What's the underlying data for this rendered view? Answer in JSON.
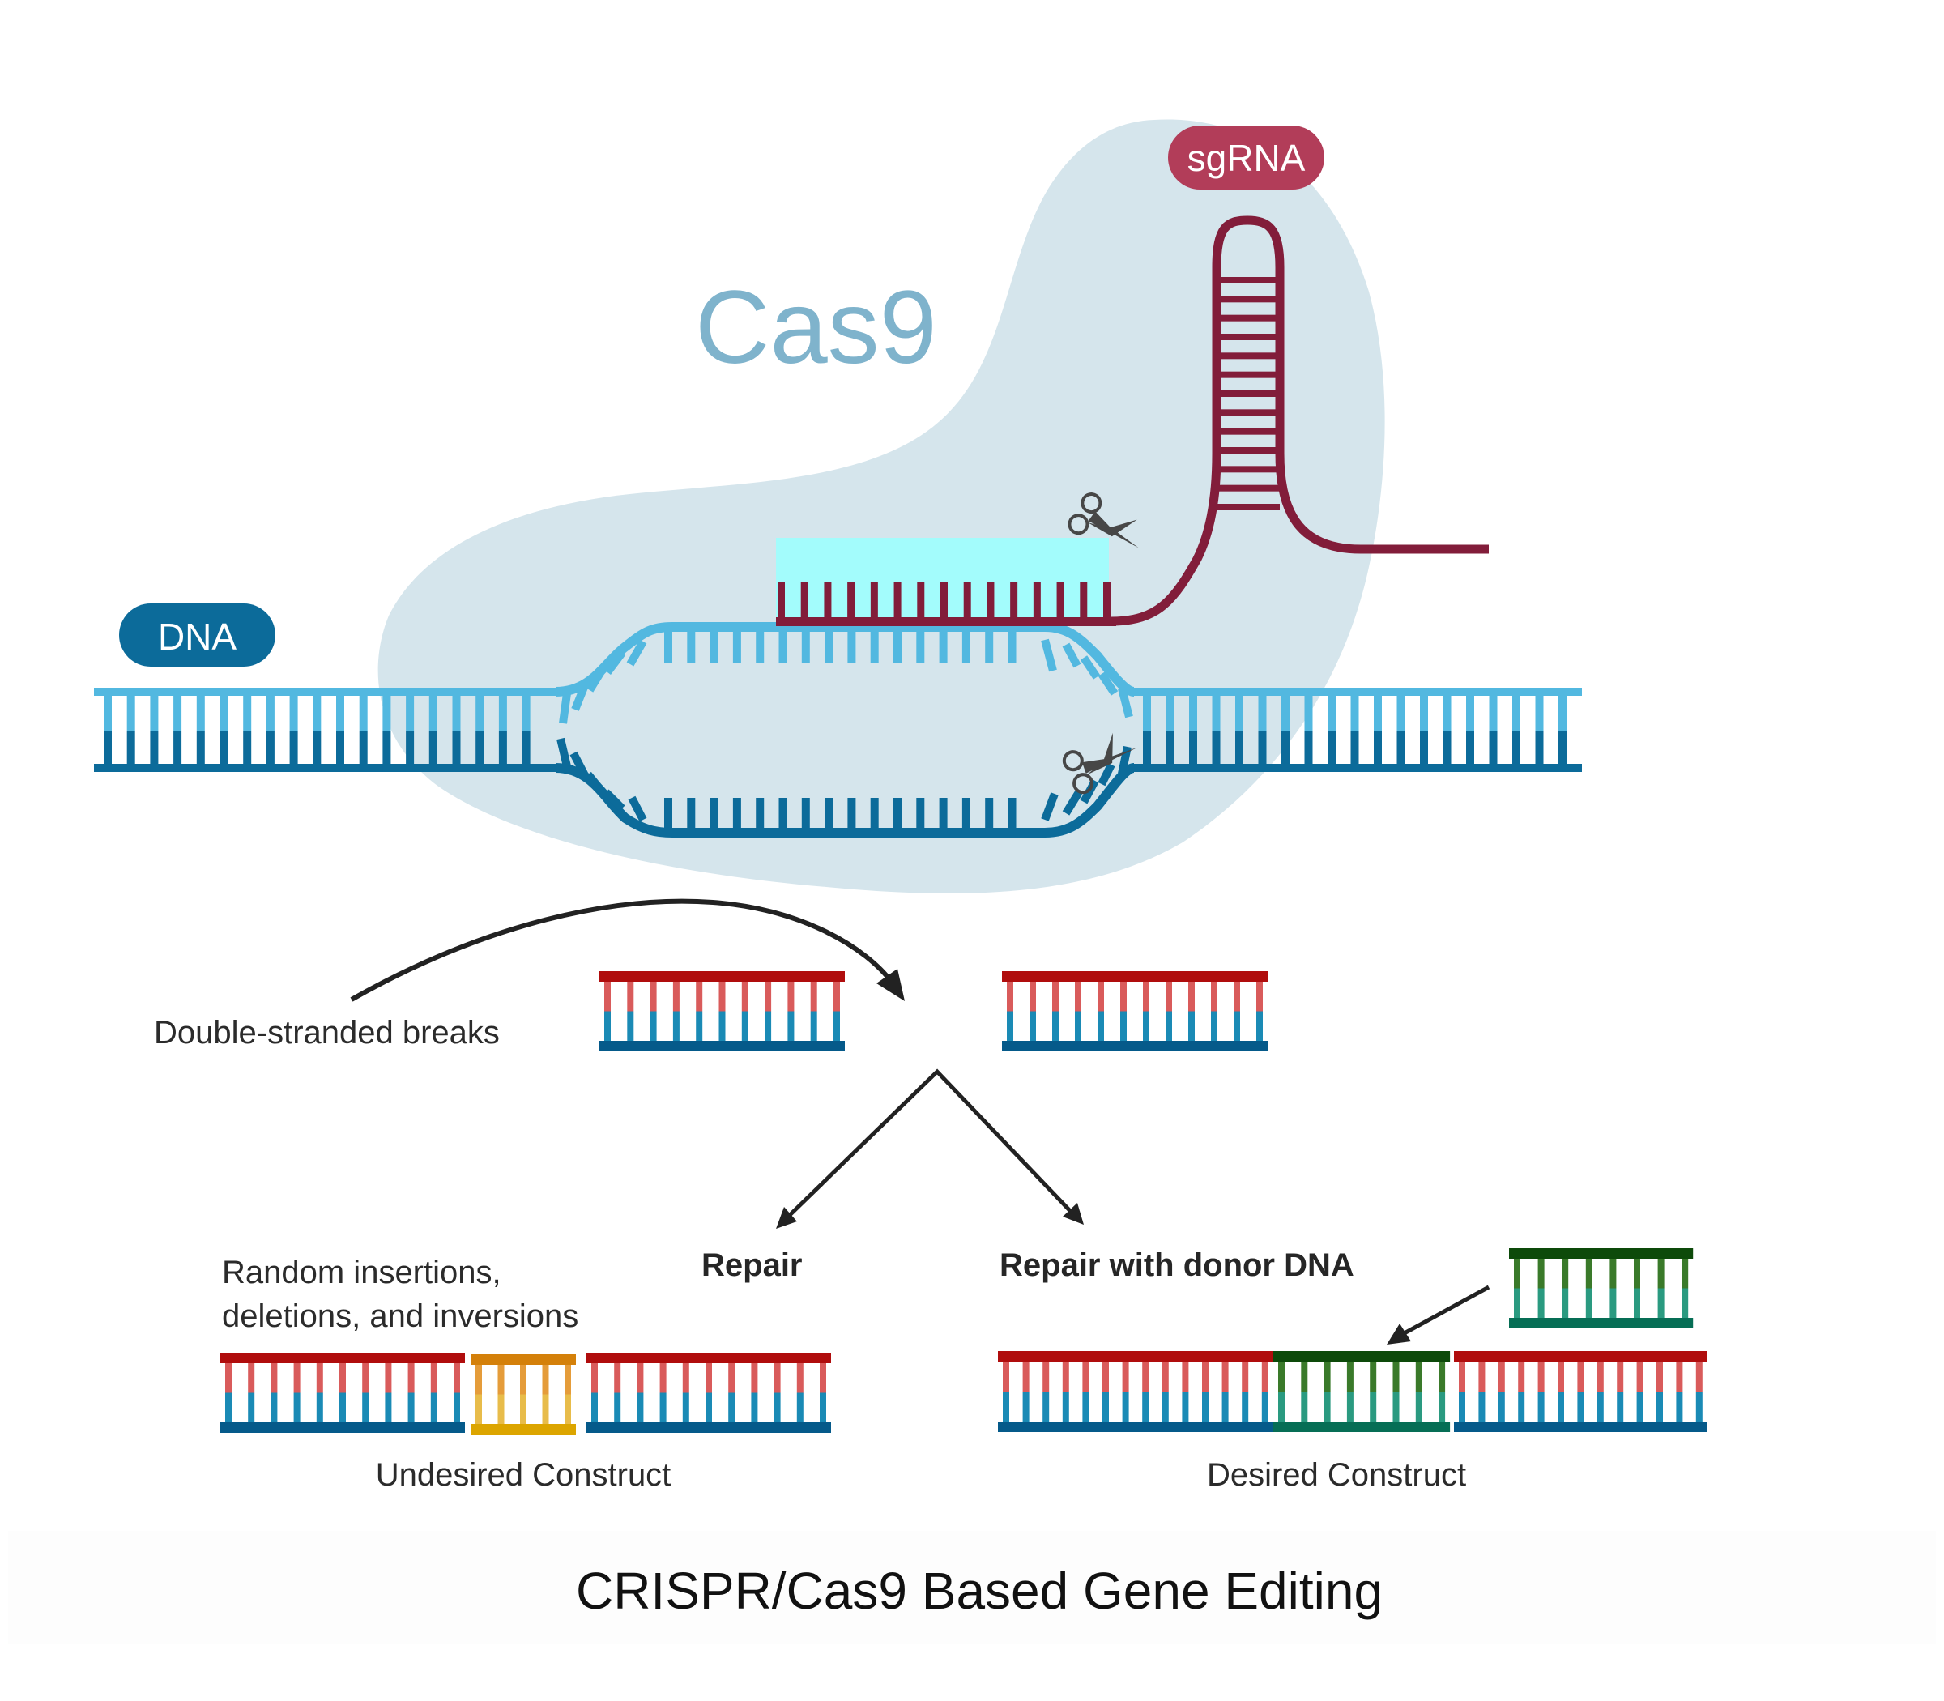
{
  "title": "CRISPR/Cas9 Based Gene Editing",
  "labels": {
    "cas9": "Cas9",
    "sgrna": "sgRNA",
    "dna": "DNA",
    "double_stranded_breaks": "Double-stranded breaks",
    "repair": "Repair",
    "repair_with_donor": "Repair with donor DNA",
    "random_changes_line1": "Random insertions,",
    "random_changes_line2": "deletions, and inversions",
    "undesired_construct": "Undesired Construct",
    "desired_construct": "Desired Construct"
  },
  "icons": {
    "cut_site_top": "scissors-icon",
    "cut_site_bottom": "scissors-icon"
  },
  "colors": {
    "cas9_body": "#d5e5ec",
    "cas9_text": "#7fb3cc",
    "dna_badge": "#0c6b9a",
    "sgrna_badge": "#b23d59",
    "dna_strand_top": "#52b8e0",
    "dna_strand_bottom": "#0c6b9a",
    "sgrna_strand": "#821d3a",
    "guide_target_highlight": "#a3fcfc",
    "scissors": "#474747",
    "arrow": "#222222",
    "fragment_top_strand": "#b00d0d",
    "fragment_top_rung": "#d95b5b",
    "fragment_bottom_rung": "#1a8ab5",
    "fragment_bottom_strand": "#055a8a",
    "insert_top_strand": "#d4800a",
    "insert_top_rung": "#e59c3a",
    "insert_bottom_rung": "#e8bc4a",
    "insert_bottom_strand": "#dca500",
    "donor_top_strand": "#0d4a0a",
    "donor_top_rung": "#3a7a2a",
    "donor_bottom_rung": "#2a9a80",
    "donor_bottom_strand": "#066e55"
  },
  "structure": {
    "dsb_fragments": [
      {
        "name": "left-fragment",
        "base_pairs": 11
      },
      {
        "name": "right-fragment",
        "base_pairs": 12
      }
    ],
    "undesired_construct": [
      {
        "segment": "original",
        "base_pairs": 11
      },
      {
        "segment": "random-insert",
        "base_pairs": 5
      },
      {
        "segment": "original",
        "base_pairs": 11
      }
    ],
    "desired_construct": [
      {
        "segment": "original",
        "base_pairs": 14
      },
      {
        "segment": "donor-insert",
        "base_pairs": 8
      },
      {
        "segment": "original",
        "base_pairs": 13
      }
    ],
    "donor_dna_base_pairs": 8,
    "sgrna_hairpin_rungs": 13,
    "guide_rungs": 15
  }
}
